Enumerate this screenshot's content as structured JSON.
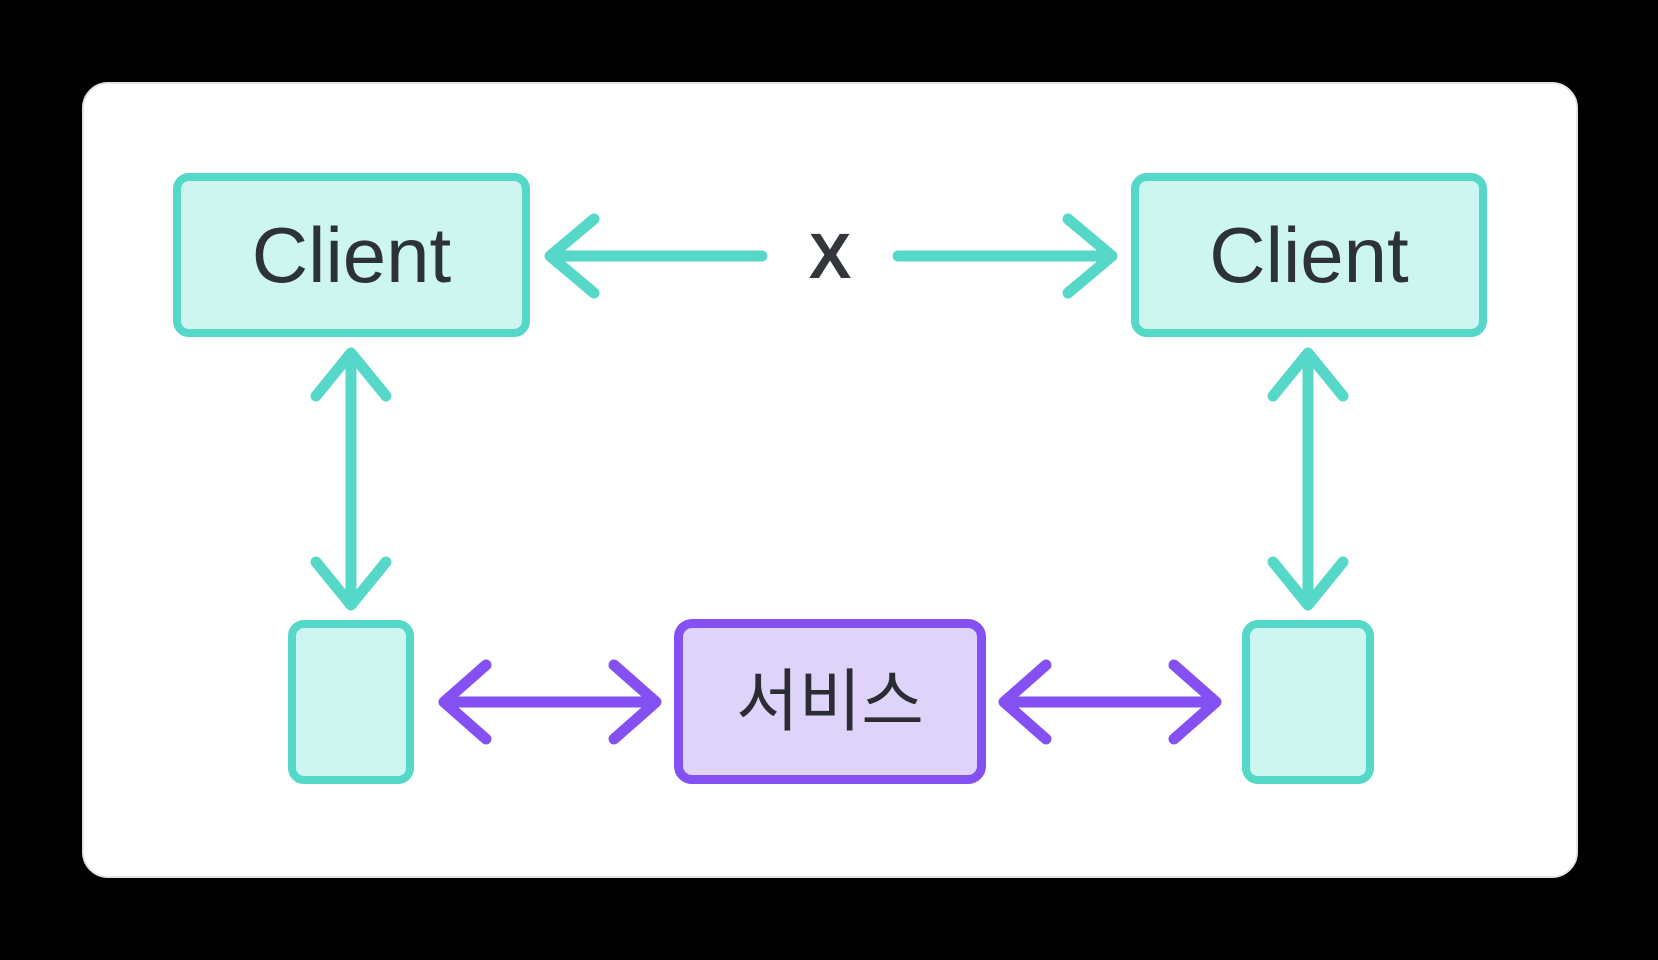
{
  "diagram": {
    "title": "p2p-vs-service-topology",
    "nodes": {
      "client_left": {
        "label": "Client"
      },
      "client_right": {
        "label": "Client"
      },
      "relay_left": {
        "label": ""
      },
      "relay_right": {
        "label": ""
      },
      "service": {
        "label": "서비스"
      }
    },
    "edges": {
      "client_to_client": {
        "label": "X",
        "style": "blocked-double-arrow",
        "color": "#55d8c7"
      },
      "client_left_to_relay_left": {
        "style": "double-arrow",
        "color": "#55d8c7"
      },
      "client_right_to_relay_right": {
        "style": "double-arrow",
        "color": "#55d8c7"
      },
      "relay_left_to_service": {
        "style": "double-arrow",
        "color": "#8450f2"
      },
      "relay_right_to_service": {
        "style": "double-arrow",
        "color": "#8450f2"
      }
    },
    "colors": {
      "page_background": "#000000",
      "card_background": "#ffffff",
      "card_border": "#e4e4e4",
      "teal_accent": "#55d8c7",
      "teal_fill": "#cdf6f0",
      "purple_accent": "#8450f2",
      "purple_fill": "#ded3f8",
      "text": "#2d3237"
    }
  }
}
